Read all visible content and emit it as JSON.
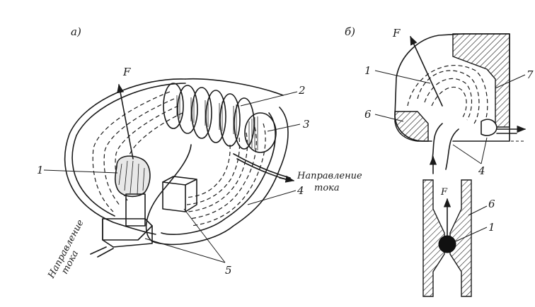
{
  "panel_a": {
    "label": "а)",
    "force": "F",
    "current_top": "Направление тока",
    "current_top_line1": "Направление",
    "current_top_line2": "тока",
    "current_bottom_line1": "Направление",
    "current_bottom_line2": "тока",
    "callouts": [
      "1",
      "2",
      "3",
      "4",
      "5"
    ]
  },
  "panel_b": {
    "label": "б)",
    "force_top": "F",
    "force_bottom": "F",
    "callouts_top": [
      "1",
      "6",
      "7",
      "4"
    ],
    "callouts_bottom": [
      "6",
      "1"
    ]
  }
}
